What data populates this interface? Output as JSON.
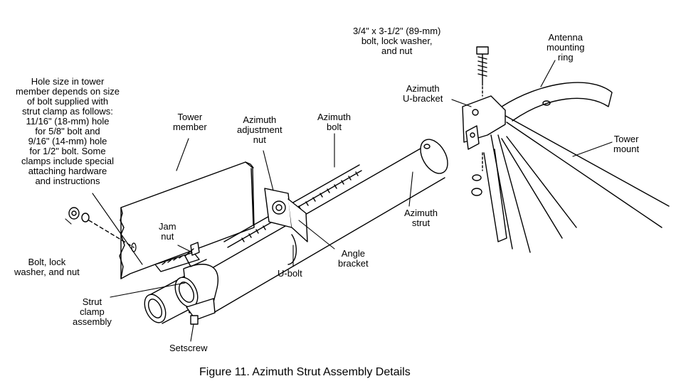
{
  "figure": {
    "caption": "Figure 11. Azimuth Strut Assembly Details"
  },
  "labels": {
    "hole_note": [
      "Hole size in tower",
      "member depends on size",
      "of bolt supplied with",
      "strut clamp as follows:",
      "11/16\" (18-mm) hole",
      "for 5/8\" bolt and",
      "9/16\" (14-mm) hole",
      "for 1/2\" bolt. Some",
      "clamps include special",
      "attaching hardware",
      "and instructions"
    ],
    "tower_member": [
      "Tower",
      "member"
    ],
    "azimuth_adjustment_nut": [
      "Azimuth",
      "adjustment",
      "nut"
    ],
    "azimuth_bolt": [
      "Azimuth",
      "bolt"
    ],
    "azimuth_strut": [
      "Azimuth",
      "strut"
    ],
    "angle_bracket": [
      "Angle",
      "bracket"
    ],
    "u_bolt": [
      "U-bolt"
    ],
    "jam_nut": [
      "Jam",
      "nut"
    ],
    "bolt_lock_washer_nut": [
      "Bolt, lock",
      "washer, and nut"
    ],
    "strut_clamp_assembly": [
      "Strut",
      "clamp",
      "assembly"
    ],
    "setscrew": [
      "Setscrew"
    ],
    "top_bolt": [
      "3/4\" x 3-1/2\" (89-mm)",
      "bolt, lock washer,",
      "and nut"
    ],
    "azimuth_u_bracket": [
      "Azimuth",
      "U-bracket"
    ],
    "antenna_mounting_ring": [
      "Antenna",
      "mounting",
      "ring"
    ],
    "tower_mount": [
      "Tower",
      "mount"
    ]
  },
  "colors": {
    "ink": "#000000",
    "paper": "#ffffff"
  }
}
